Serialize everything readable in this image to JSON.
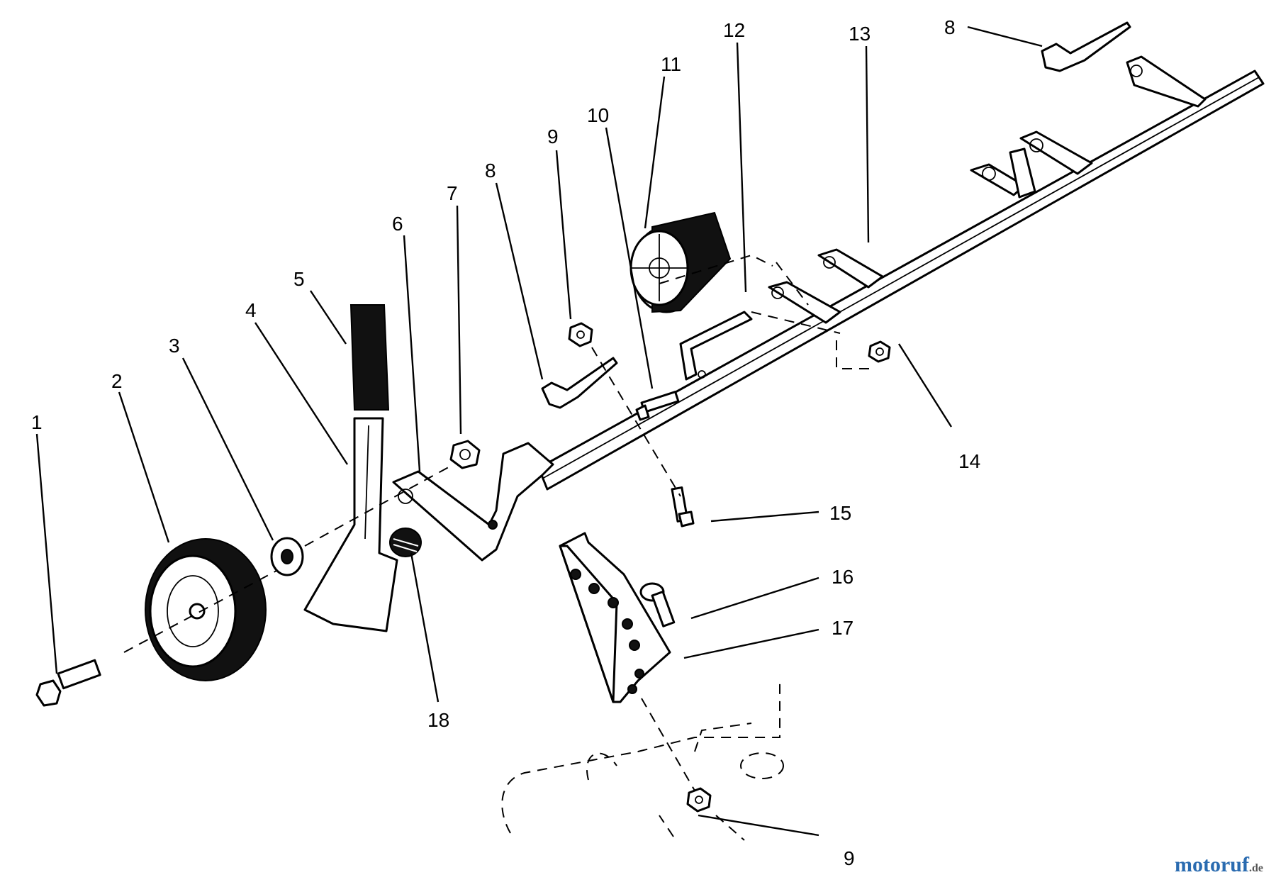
{
  "diagram": {
    "callouts": [
      "1",
      "2",
      "3",
      "4",
      "5",
      "6",
      "7",
      "8",
      "9",
      "10",
      "11",
      "12",
      "13",
      "8",
      "14",
      "15",
      "16",
      "17",
      "18",
      "9"
    ]
  },
  "watermark": {
    "brand_main": "motoruf",
    "brand_suffix": ".de"
  }
}
